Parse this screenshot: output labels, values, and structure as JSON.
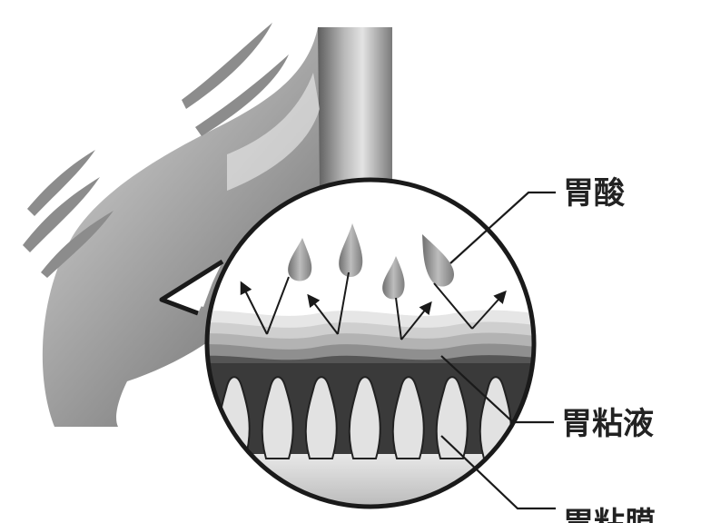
{
  "labels": {
    "gastric_acid": "胃酸",
    "gastric_mucus": "胃粘液",
    "gastric_mucosa": "胃粘膜"
  },
  "colors": {
    "background": "#ffffff",
    "outline": "#1a1a1a",
    "stomach_light": "#d9d9d9",
    "stomach_dark": "#6e6e6e",
    "acid_drop": "#9a9a9a",
    "mucus_bands": [
      "#e6e6e6",
      "#cfcfcf",
      "#b3b3b3",
      "#8f8f8f",
      "#555555"
    ],
    "mucosa": "#3a3a3a"
  },
  "icons": [
    "acid-droplet-icon",
    "arrow-icon",
    "motion-line-icon"
  ]
}
